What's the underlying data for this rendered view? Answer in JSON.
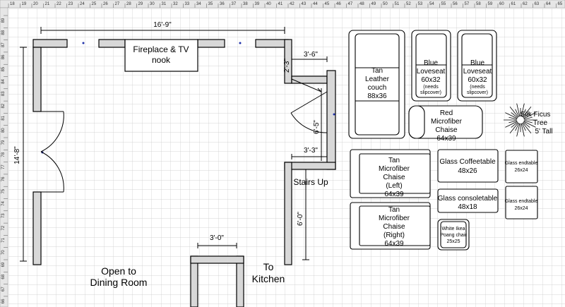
{
  "ruler": {
    "top_numbers": [
      "18",
      "19",
      "20",
      "21",
      "22",
      "23",
      "24",
      "25",
      "26",
      "27",
      "28",
      "29",
      "30",
      "31",
      "32",
      "33",
      "34",
      "35",
      "36",
      "37",
      "38",
      "39",
      "40",
      "41",
      "42",
      "43",
      "44",
      "45",
      "46",
      "47",
      "48",
      "49",
      "50",
      "51",
      "52",
      "53",
      "54",
      "55",
      "56",
      "57",
      "58",
      "59",
      "60",
      "61",
      "62",
      "63",
      "64",
      "65"
    ],
    "left_numbers": [
      "89",
      "88",
      "87",
      "86",
      "85",
      "84",
      "83",
      "82",
      "81",
      "80",
      "79",
      "78",
      "77",
      "76",
      "75",
      "74",
      "73",
      "72",
      "71",
      "70",
      "69",
      "68",
      "67",
      "66"
    ]
  },
  "dimensions": {
    "top_wall": "16'-9\"",
    "left_wall": "14'-8\"",
    "bay_width": "3'-6\"",
    "bay_depth": "2'-3\"",
    "hall_width": "3'-3\"",
    "door_height": "6'-5\"",
    "stairs_height": "6'-0\"",
    "bottom_opening": "3'-0\""
  },
  "room_labels": {
    "fireplace_line1": "Fireplace & TV",
    "fireplace_line2": "nook",
    "stairs": "Stairs Up",
    "to_kitchen_line1": "To",
    "to_kitchen_line2": "Kitchen",
    "dining_line1": "Open to",
    "dining_line2": "Dining Room"
  },
  "furniture": {
    "tan_leather_couch": [
      "Tan",
      "Leather",
      "couch",
      "88x36"
    ],
    "blue_loveseat_1": [
      "Blue",
      "Loveseat",
      "60x32",
      "(needs",
      "slipcover)"
    ],
    "blue_loveseat_2": [
      "Blue",
      "Loveseat",
      "60x32",
      "(needs",
      "slipcover)"
    ],
    "red_chaise": [
      "Red",
      "Microfiber",
      "Chaise",
      "64x39"
    ],
    "silk_ficus": [
      "Silk Ficus",
      "Tree",
      "5' Tall"
    ],
    "tan_chaise_left": [
      "Tan",
      "Microfiber",
      "Chaise",
      "(Left)",
      "64x39"
    ],
    "tan_chaise_right": [
      "Tan",
      "Microfiber",
      "Chaise",
      "(Right)",
      "64x39"
    ],
    "glass_coffeetable": [
      "Glass Coffeetable",
      "48x26"
    ],
    "glass_consoletable": [
      "Glass consoletable",
      "48x18"
    ],
    "glass_endtable_1": [
      "Glass endtable",
      "26x24"
    ],
    "glass_endtable_2": [
      "Glass endtable",
      "26x24"
    ],
    "poang_chair": [
      "White Ikea",
      "Poang chair",
      "25x25"
    ]
  }
}
